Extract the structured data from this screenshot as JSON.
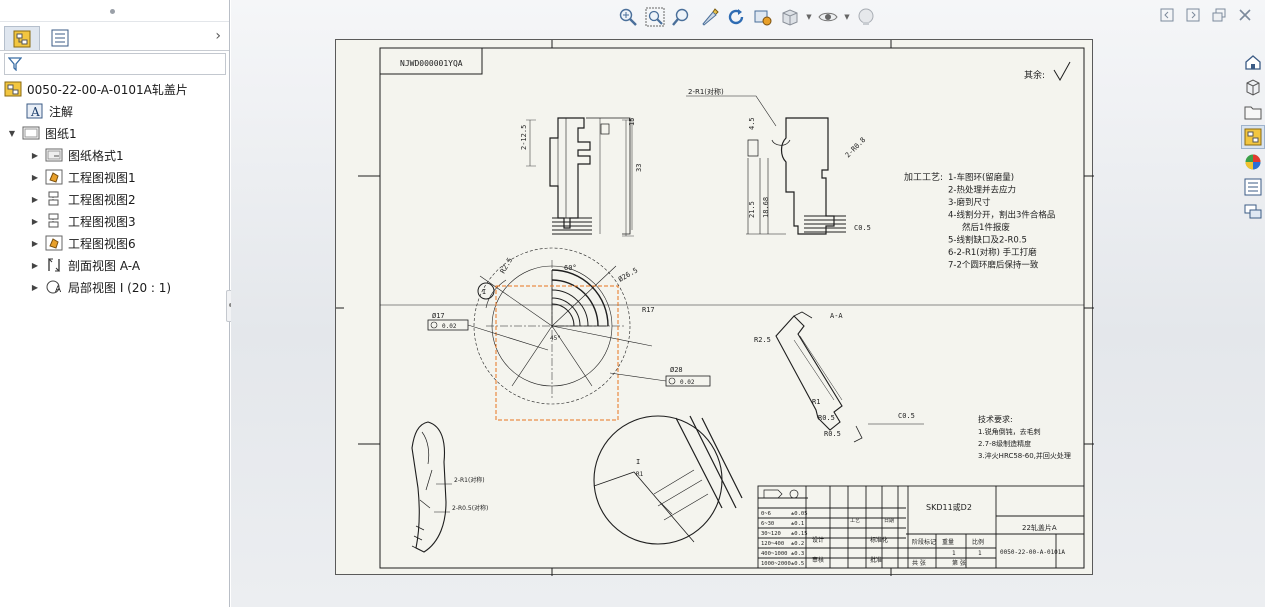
{
  "feature_tree": {
    "root_label": "0050-22-00-A-0101A轧盖片",
    "annotations_label": "注解",
    "sheet_label": "图纸1",
    "items": [
      {
        "label": "图纸格式1",
        "icon": "sheet-format-icon"
      },
      {
        "label": "工程图视图1",
        "icon": "drawing-view-icon"
      },
      {
        "label": "工程图视图2",
        "icon": "projected-view-icon"
      },
      {
        "label": "工程图视图3",
        "icon": "projected-view-icon"
      },
      {
        "label": "工程图视图6",
        "icon": "drawing-view-icon"
      },
      {
        "label": "剖面视图 A-A",
        "icon": "section-view-icon"
      },
      {
        "label": "局部视图 I (20 : 1)",
        "icon": "detail-view-icon"
      }
    ]
  },
  "drawing": {
    "drawing_number_box": "NJWD000001YQA",
    "roughness_label": "其余:",
    "process_title": "加工工艺:",
    "process_steps": [
      "1-车图环(留磨量)",
      "2-热处理并去应力",
      "3-磨到尺寸",
      "4-线割分开，割出3件合格品",
      "然后1件报废",
      "5-线割缺口及2-R0.5",
      "6-2-R1(对称) 手工打磨",
      "7-2个圆环磨后保持一致"
    ],
    "tech_req_title": "技术要求:",
    "tech_reqs": [
      "1.锐角倒钝，去毛刺",
      "2.7-8级制造精度",
      "3.淬火HRC58-60,并回火处理"
    ],
    "material": "SKD11或D2",
    "part_name": "22轧盖片A",
    "part_number": "0050-22-00-A-0101A",
    "scale_value": "1",
    "qty_value": "1",
    "section_label": "A-A",
    "detail_label": "I",
    "dims": {
      "d1": "2-12.5",
      "d2": "33",
      "d3": "15",
      "d4": "21.5",
      "d5": "18.68",
      "d6": "2-R0.8",
      "d7": "4.5",
      "d8": "Ø17",
      "d9": "Ø28",
      "d10": "0.02",
      "d11": "60°",
      "d12": "Ø26.5",
      "d13": "R17",
      "d14": "R2.5",
      "d15": "C0.5",
      "d16": "R0.5",
      "d17": "2-R1(对称)",
      "d18": "2-R0.5(对称)",
      "d19": "R1",
      "d20": "I",
      "d21": "45°",
      "d22": "R0.5"
    },
    "title_block_labels": {
      "stage": "阶段标记",
      "weight": "重量",
      "scale": "比例",
      "design": "设计",
      "check": "审核",
      "approve": "批准",
      "standard": "标准化",
      "process": "工艺",
      "date": "日期",
      "sheet_total": "共 张",
      "sheet_no": "第 张",
      "tolerance_rows": [
        "0~6",
        "6~30",
        "30~120",
        "120~400",
        "400~1000",
        "1000~2000"
      ],
      "tolerance_vals": [
        "±0.05",
        "±0.1",
        "±0.15",
        "±0.2",
        "±0.3",
        "±0.5"
      ]
    }
  },
  "colors": {
    "sheet": "#f4f4ee",
    "line": "#1e1e1e",
    "detail_box": "#e8731e",
    "panel_bg": "#ffffff",
    "viewport_top": "#f5f6f8"
  }
}
